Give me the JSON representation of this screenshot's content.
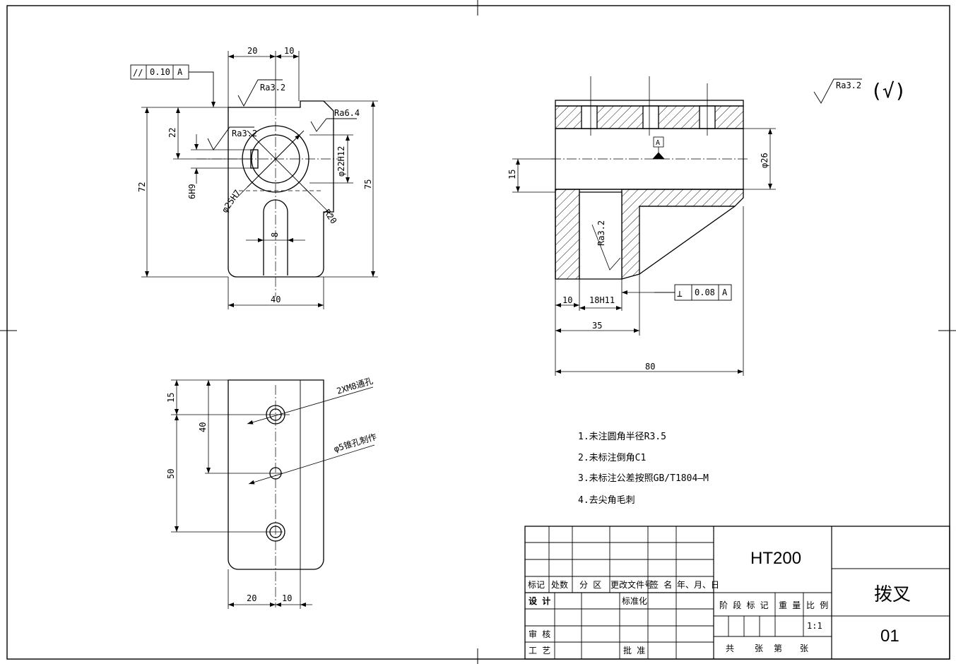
{
  "front_view": {
    "dim_top_left": "20",
    "dim_top_right": "10",
    "dim_height_left": "72",
    "dim_height_right": "75",
    "dim_22": "22",
    "dim_6h9": "6H9",
    "dim_bore": "φ22H12",
    "dim_dia25": "φ25H7",
    "dim_r20": "R20",
    "dim_slot": "8",
    "dim_width": "40",
    "ra_top": "Ra3.2",
    "ra_left": "Ra3.2",
    "ra_right": "Ra6.4",
    "gdt_symbol": "//",
    "gdt_value": "0.10",
    "gdt_datum": "A"
  },
  "side_view": {
    "dim_15": "15",
    "dim_dia26": "φ26",
    "ra_slot": "Ra3.2",
    "datum_label": "A",
    "dim_10": "10",
    "dim_18h11": "18H11",
    "dim_35": "35",
    "dim_80": "80",
    "gdt_symbol": "⊥",
    "gdt_value": "0.08",
    "gdt_datum": "A"
  },
  "bottom_view": {
    "dim_15": "15",
    "dim_40": "40",
    "dim_50": "50",
    "dim_20": "20",
    "dim_10": "10",
    "hole_label1": "2XM8通孔",
    "hole_label2": "φ5锥孔制作"
  },
  "general_roughness": {
    "ra": "Ra3.2",
    "check": "(√)"
  },
  "notes": [
    "1.未注圆角半径R3.5",
    "2.未标注倒角C1",
    "3.未标注公差按照GB/T1804—M",
    "4.去尖角毛刺"
  ],
  "title_block": {
    "material": "HT200",
    "part_name": "拨叉",
    "drawing_number": "01",
    "scale": "1:1",
    "row_headers": [
      "标记",
      "处数",
      "分 区",
      "更改文件号",
      "签 名",
      "年、月、日"
    ],
    "design": "设 计",
    "standardization": "标准化",
    "review": "审 核",
    "process": "工 艺",
    "approve": "批 准",
    "stage_mark": "阶 段 标 记",
    "weight": "重 量",
    "ratio": "比 例",
    "sheet_total": "共",
    "sheet_unit": "张",
    "sheet_no": "第",
    "sheet_unit2": "张"
  }
}
